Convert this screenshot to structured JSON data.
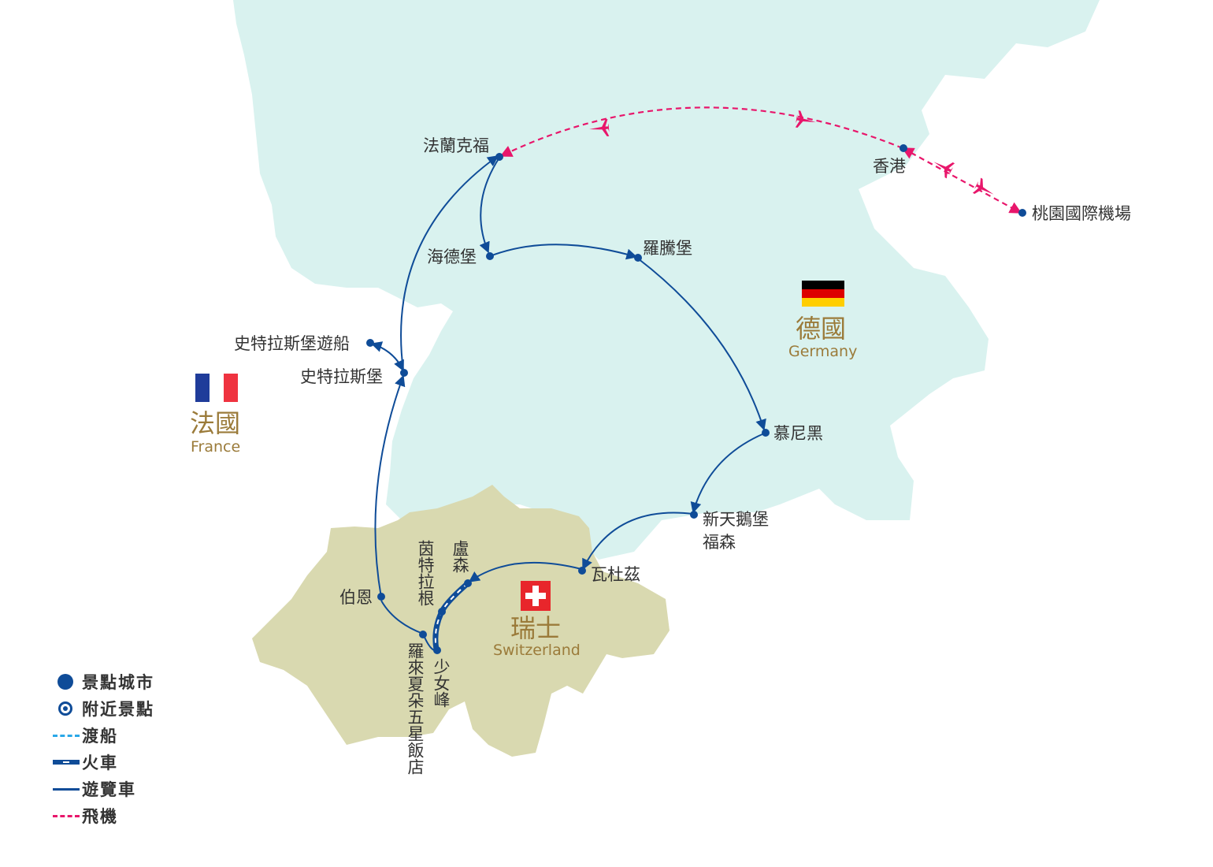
{
  "countries": {
    "germany": {
      "zh": "德國",
      "en": "Germany"
    },
    "france": {
      "zh": "法國",
      "en": "France"
    },
    "switzerland": {
      "zh": "瑞士",
      "en": "Switzerland"
    }
  },
  "cities": {
    "frankfurt": "法蘭克福",
    "hongkong": "香港",
    "taoyuan": "桃園國際機場",
    "heidelberg": "海德堡",
    "rothenburg": "羅騰堡",
    "strasbourg_cruise": "史特拉斯堡遊船",
    "strasbourg": "史特拉斯堡",
    "munich": "慕尼黑",
    "fussen_1": "新天鵝堡",
    "fussen_2": "福森",
    "vaduz": "瓦杜茲",
    "lucerne": "盧森",
    "interlaken": "茵特拉根",
    "bern": "伯恩",
    "jungfrau": "少女峰",
    "hotel": "羅來夏朵五星飯店"
  },
  "legend": {
    "city": "景點城市",
    "nearby": "附近景點",
    "ferry": "渡船",
    "train": "火車",
    "coach": "遊覽車",
    "plane": "飛機"
  },
  "colors": {
    "route": "#0f4c98",
    "flight": "#e8166b",
    "ferry": "#2aa8e8",
    "germany_fill": "#d9f2ef",
    "swiss_fill": "#d9d9b0",
    "label": "#9b7b3a"
  }
}
